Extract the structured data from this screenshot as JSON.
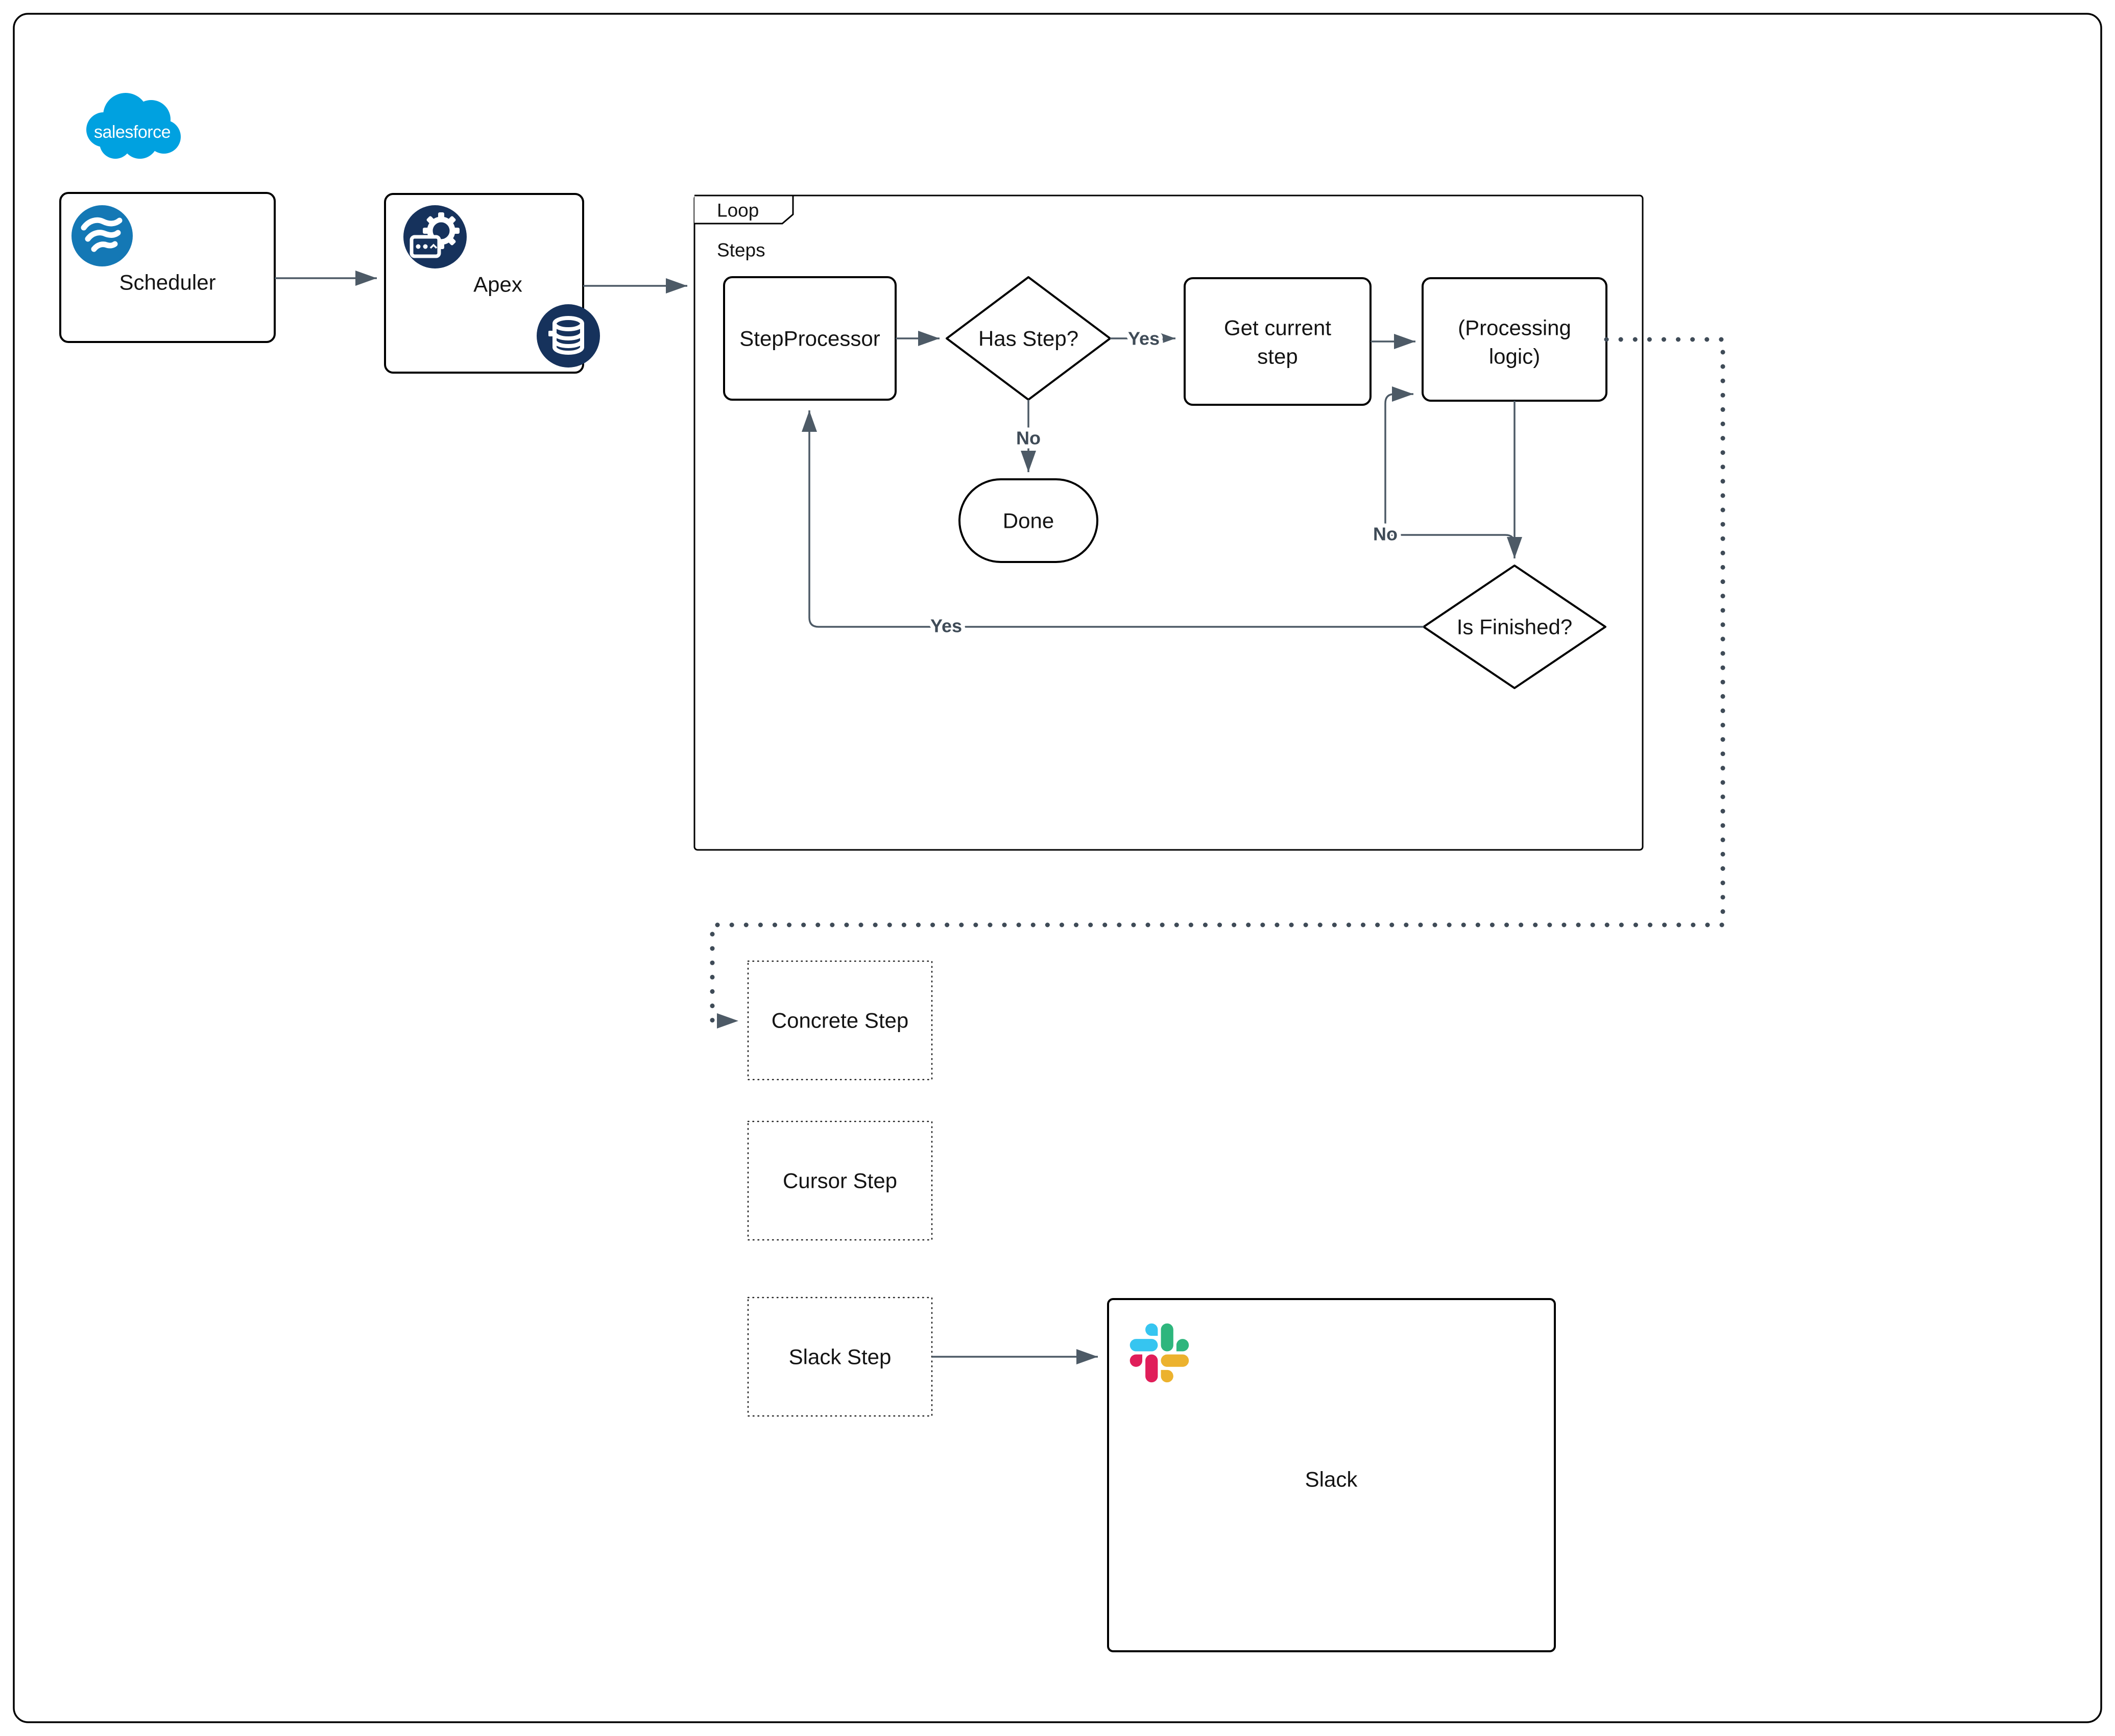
{
  "diagram": {
    "brand": {
      "wordmark": "salesforce"
    },
    "loop_frame": {
      "title": "Loop",
      "subtitle": "Steps"
    },
    "nodes": {
      "scheduler": {
        "label": "Scheduler"
      },
      "apex": {
        "label": "Apex"
      },
      "step_processor": {
        "label": "StepProcessor"
      },
      "has_step": {
        "label": "Has Step?"
      },
      "get_current_step": {
        "line1": "Get current",
        "line2": "step"
      },
      "processing_logic": {
        "line1": "(Processing",
        "line2": "logic)"
      },
      "done": {
        "label": "Done"
      },
      "is_finished": {
        "label": "Is Finished?"
      },
      "concrete_step": {
        "label": "Concrete Step"
      },
      "cursor_step": {
        "label": "Cursor Step"
      },
      "slack_step": {
        "label": "Slack Step"
      },
      "slack": {
        "label": "Slack"
      }
    },
    "edge_labels": {
      "has_step_yes": "Yes",
      "has_step_no": "No",
      "is_finished_no": "No",
      "is_finished_yes": "Yes"
    },
    "icons": {
      "salesforce_cloud": "salesforce-cloud-logo",
      "scheduler_waves": "scheduler-waves-icon",
      "apex_gear": "gear-terminal-icon",
      "apex_database": "database-icon",
      "slack_logo": "slack-logo"
    },
    "colors": {
      "salesforce_blue": "#00A1E0",
      "scheduler_icon_blue": "#1478B5",
      "apex_icon_navy": "#16325C",
      "connector_gray": "#4D5A66",
      "dotted_gray": "#3F4B57",
      "slack_blue": "#36C5F0",
      "slack_green": "#2EB67D",
      "slack_red": "#E01E5A",
      "slack_yellow": "#ECB22E"
    }
  }
}
